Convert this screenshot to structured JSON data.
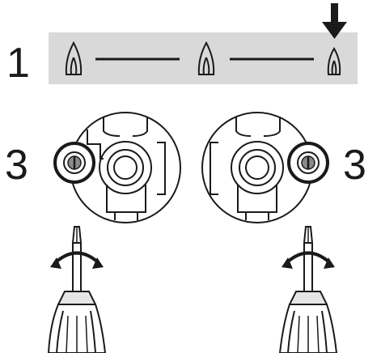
{
  "step_number": "1",
  "callout_left": "3",
  "callout_right": "3",
  "colors": {
    "panel": "#d9d9d9",
    "ink": "#1a1a1a",
    "background": "#ffffff"
  },
  "icons": {
    "flame_scale": [
      "small-flame-icon",
      "medium-flame-icon",
      "large-flame-icon"
    ],
    "indicator": "down-arrow-icon",
    "burner_valve": "valve-body-icon",
    "adjustment_screw": "screw-head-icon",
    "tool": "screwdriver-icon",
    "rotation": "bidirectional-rotation-arrow-icon"
  }
}
